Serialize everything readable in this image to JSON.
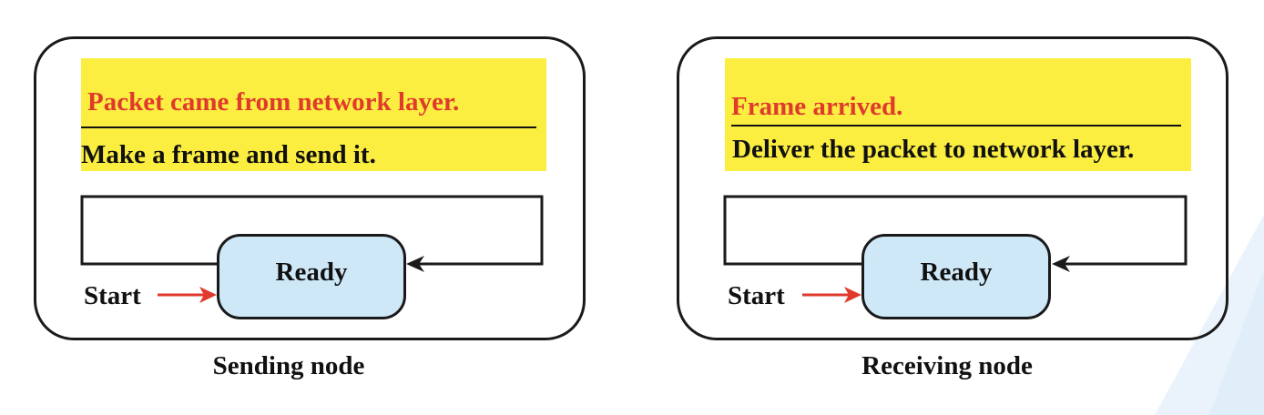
{
  "sending_node": {
    "event": "Packet came from network layer.",
    "action": "Make a frame and send it.",
    "state": "Ready",
    "start": "Start",
    "caption": "Sending node"
  },
  "receiving_node": {
    "event": "Frame arrived.",
    "action": "Deliver the packet to network layer.",
    "state": "Ready",
    "start": "Start",
    "caption": "Receiving node"
  },
  "colors": {
    "event_text": "#e03a2c",
    "event_box": "#fbee41",
    "state_fill": "#cfe8f8",
    "start_arrow": "#e03a2c",
    "outline": "#1a1a1a"
  }
}
